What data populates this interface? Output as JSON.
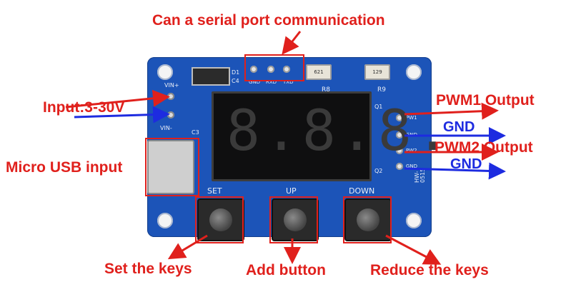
{
  "labels": {
    "serial": "Can a serial port communication",
    "input": "Input:3-30V",
    "micro_usb": "Micro USB input",
    "pwm1": "PWM1 Output",
    "gnd1": "GND",
    "pwm2": "PWM2 Output",
    "gnd2": "GND",
    "set": "Set the keys",
    "add": "Add button",
    "reduce": "Reduce the keys"
  },
  "board": {
    "display_digits": "8.8.8.",
    "silk": {
      "vin_plus": "VIN+",
      "vin_minus": "VIN-",
      "d1": "D1",
      "c4": "C4",
      "c3": "C3",
      "gnd": "GND",
      "rxd": "RXD",
      "txd": "TXD",
      "r8": "R8",
      "r9": "R9",
      "r8_code": "621",
      "r9_code": "129",
      "q1": "Q1",
      "q2": "Q2",
      "pw1": "PW1",
      "gnd_a": "GND",
      "pw2": "PW2",
      "gnd_b": "GND",
      "set": "SET",
      "up": "UP",
      "down": "DOWN",
      "model": "HW-0515"
    }
  },
  "colors": {
    "red": "#e0201c",
    "blue": "#1d2be0",
    "pcb": "#1c54b8"
  }
}
